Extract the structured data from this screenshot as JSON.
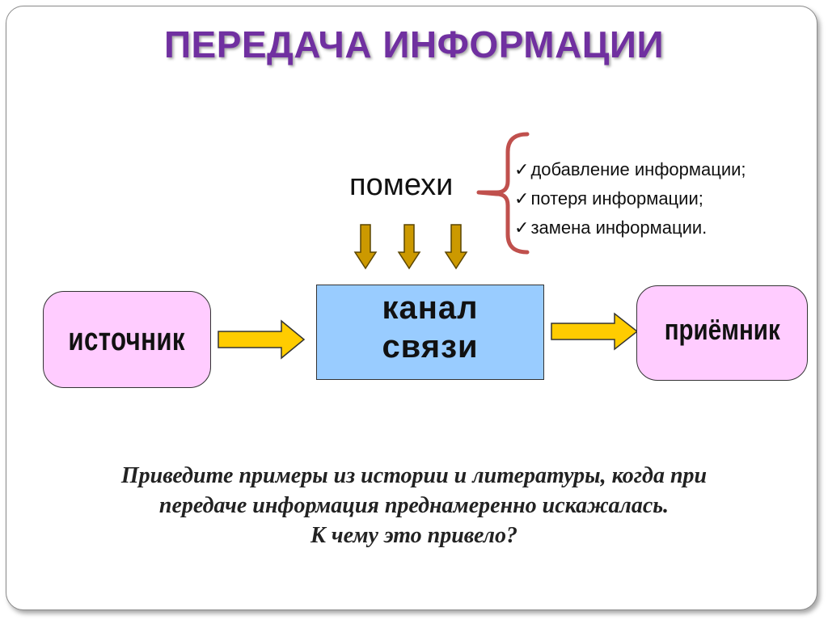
{
  "title": "ПЕРЕДАЧА ИНФОРМАЦИИ",
  "noise": {
    "label": "помехи",
    "items": [
      "добавление информации;",
      "потеря информации;",
      "замена информации."
    ]
  },
  "nodes": {
    "source": "источник",
    "channel_line1": "канал",
    "channel_line2": "связи",
    "receiver": "приёмник"
  },
  "question": {
    "line1": "Приведите примеры из истории и литературы, когда при",
    "line2": "передаче информация преднамеренно искажалась.",
    "line3": "К чему это привело?"
  },
  "colors": {
    "title": "#7030a0",
    "node_fill": "#ffccff",
    "channel_fill": "#99ccff",
    "arrow_fill": "#ffcc00",
    "noise_arrow_fill": "#cc9900",
    "brace": "#c0504d"
  }
}
